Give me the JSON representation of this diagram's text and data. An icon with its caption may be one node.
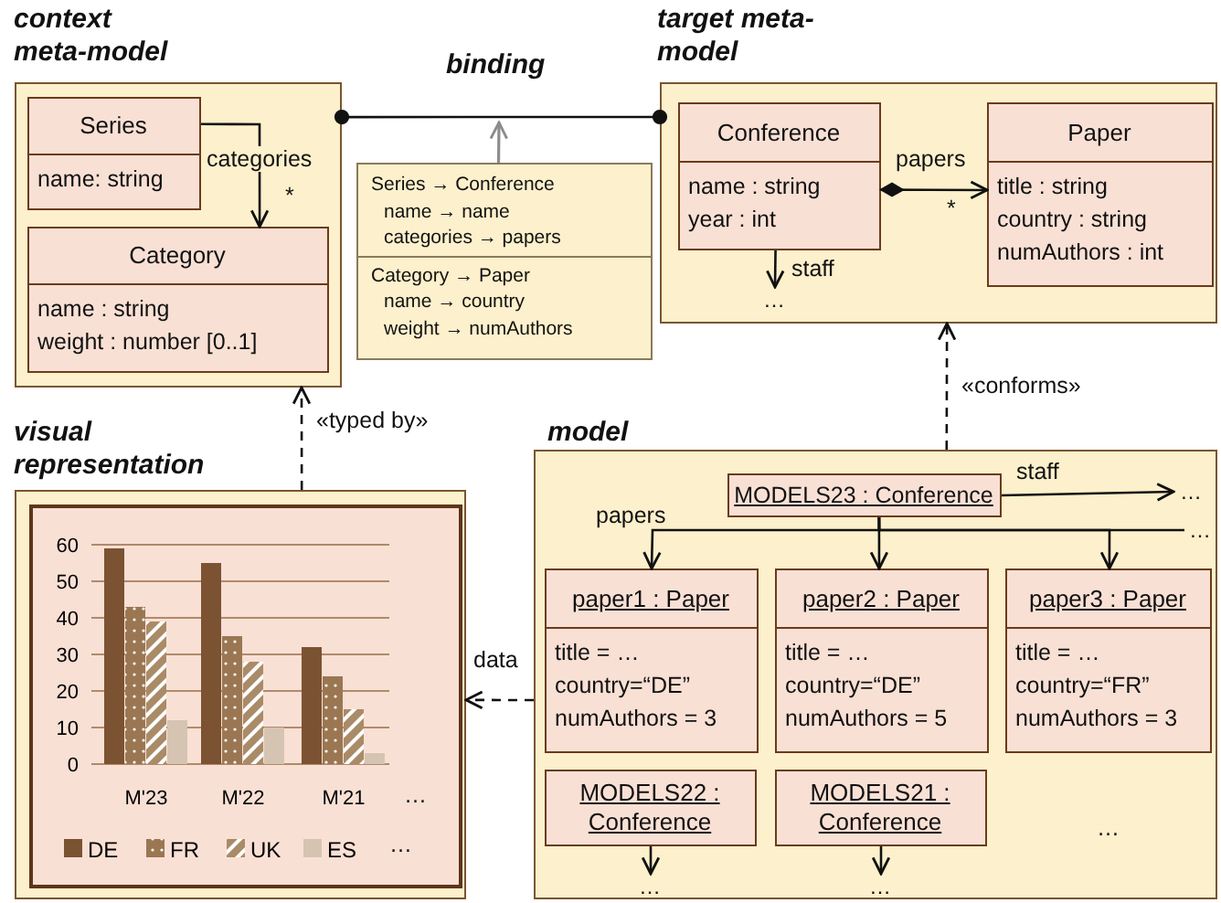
{
  "diagram": {
    "nodes": [
      {
        "text": [
          "context meta-model"
        ]
      },
      {
        "text": [
          "Series",
          "name: string"
        ],
        "in": 0
      },
      {
        "text": [
          "Category",
          "name : string",
          "weight : number [0..1]"
        ],
        "in": 0
      },
      {
        "text": [
          "Series → Conference",
          "name → name",
          "categories → papers",
          "Category → Paper",
          "name → country",
          "weight → numAuthors"
        ]
      },
      {
        "text": [
          "target meta-model"
        ]
      },
      {
        "text": [
          "Conference",
          "name : string",
          "year : int"
        ],
        "in": 4
      },
      {
        "text": [
          "Paper",
          "title : string",
          "country : string",
          "numAuthors : int"
        ],
        "in": 4
      },
      {
        "text": [
          "…"
        ],
        "in": 4
      },
      {
        "text": [
          "visual representation"
        ]
      },
      {
        "text": [
          "model"
        ]
      },
      {
        "text": [
          "MODELS23 : Conference"
        ],
        "in": 9
      },
      {
        "text": [
          "…"
        ],
        "in": 9
      },
      {
        "text": [
          "paper1 : Paper",
          "title = …",
          "country=“DE”",
          "numAuthors = 3"
        ],
        "in": 9
      },
      {
        "text": [
          "paper2 : Paper",
          "title = …",
          "country=“DE”",
          "numAuthors = 5"
        ],
        "in": 9
      },
      {
        "text": [
          "paper3 : Paper",
          "title = …",
          "country=“FR”",
          "numAuthors = 3"
        ],
        "in": 9
      },
      {
        "text": [
          "…"
        ],
        "in": 9
      },
      {
        "text": [
          "MODELS22 : Conference"
        ],
        "in": 9
      },
      {
        "text": [
          "MODELS21 : Conference"
        ],
        "in": 9
      },
      {
        "text": [
          "…"
        ],
        "in": 9
      },
      {
        "text": [
          "…"
        ],
        "in": 9
      }
    ],
    "edges": [
      {
        "from": 0,
        "to": 4,
        "arrow": "other",
        "label": "binding"
      },
      {
        "from": 3,
        "to": null,
        "arrow": "to",
        "color": "#8c8c8c"
      },
      {
        "from": 1,
        "to": 2,
        "arrow": "to",
        "label": "categories"
      },
      {
        "from": 5,
        "to": 6,
        "arrow": "to",
        "label": "papers"
      },
      {
        "from": 5,
        "to": 7,
        "arrow": "to",
        "label": "staff"
      },
      {
        "from": 8,
        "to": 0,
        "arrow": "to",
        "label": "«typed by»",
        "style": "dashed"
      },
      {
        "from": 9,
        "to": 4,
        "arrow": "to",
        "label": "«conforms»",
        "style": "dashed"
      },
      {
        "from": 9,
        "to": 8,
        "arrow": "to",
        "label": "data",
        "style": "dashed"
      },
      {
        "from": 10,
        "to": 11,
        "arrow": "to",
        "label": "staff"
      },
      {
        "from": 10,
        "to": 12,
        "arrow": "to",
        "label": "papers"
      },
      {
        "from": 10,
        "to": 13,
        "arrow": "to"
      },
      {
        "from": 10,
        "to": 14,
        "arrow": "to"
      },
      {
        "from": 10,
        "to": 15,
        "arrow": "none"
      },
      {
        "from": 16,
        "to": 18,
        "arrow": "to"
      },
      {
        "from": 17,
        "to": 19,
        "arrow": "to"
      }
    ],
    "labels": [
      "*",
      "*",
      "…",
      "…",
      "…"
    ],
    "chart_data": {
      "type": "bar",
      "categories": [
        "M'23",
        "M'22",
        "M'21"
      ],
      "series": [
        {
          "name": "DE",
          "color": "#7b5232",
          "values": [
            59,
            55,
            32
          ]
        },
        {
          "name": "FR",
          "color": "#9a7752",
          "values": [
            43,
            35,
            24
          ]
        },
        {
          "name": "UK",
          "color": "#a98b68",
          "values": [
            39,
            28,
            15
          ]
        },
        {
          "name": "ES",
          "color": "#d5c4b1",
          "values": [
            12,
            10,
            3
          ]
        }
      ],
      "ylim": [
        0,
        60
      ],
      "yticks": [
        0,
        10,
        20,
        30,
        40,
        50,
        60
      ],
      "grid": true,
      "legend": "bottom"
    }
  }
}
